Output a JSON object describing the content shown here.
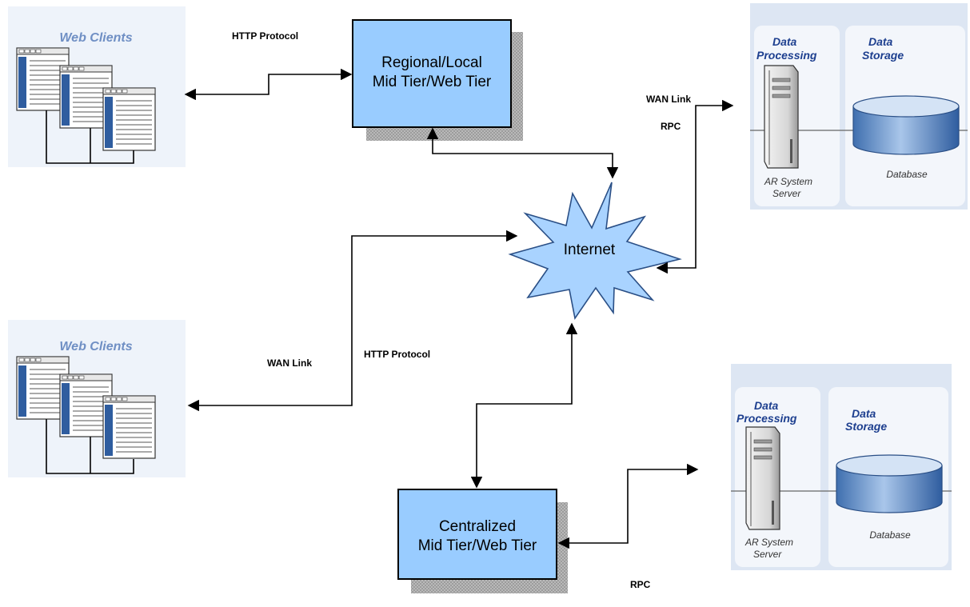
{
  "labels": {
    "http_protocol": "HTTP Protocol",
    "wan_link": "WAN Link",
    "rpc": "RPC"
  },
  "nodes": {
    "regional_mid_tier": {
      "line1": "Regional/Local",
      "line2": "Mid Tier/Web Tier"
    },
    "centralized_mid_tier": {
      "line1": "Centralized",
      "line2": "Mid Tier/Web Tier"
    },
    "internet": {
      "label": "Internet"
    },
    "web_clients_top": {
      "title": "Web Clients"
    },
    "web_clients_bottom": {
      "title": "Web Clients"
    },
    "server_top": {
      "data_processing": [
        "Data",
        "Processing"
      ],
      "data_storage": [
        "Data",
        "Storage"
      ],
      "server_caption": [
        "AR System",
        "Server"
      ],
      "database_caption": "Database"
    },
    "server_bottom": {
      "data_processing": [
        "Data",
        "Processing"
      ],
      "data_storage": [
        "Data",
        "Storage"
      ],
      "server_caption": [
        "AR System",
        "Server"
      ],
      "database_caption": "Database"
    }
  },
  "colors": {
    "box_fill": "#99ccff",
    "internet_fill": "#a9d3ff",
    "panel_bg": "#dde6f3",
    "window_sidebar": "#2f5d9f",
    "db_fill": "#6f9acf"
  }
}
